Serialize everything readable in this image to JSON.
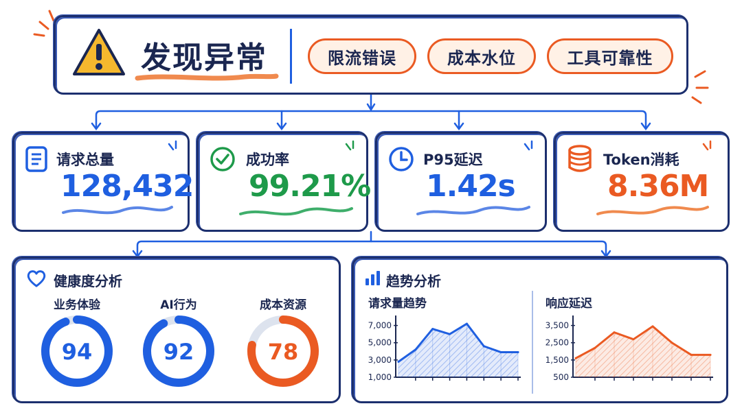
{
  "header": {
    "title": "发现异常",
    "tags": [
      "限流错误",
      "成本水位",
      "工具可靠性"
    ]
  },
  "metrics": [
    {
      "label": "请求总量",
      "value": "128,432",
      "icon": "document-icon",
      "color": "#1f5fe0"
    },
    {
      "label": "成功率",
      "value": "99.21%",
      "icon": "check-circle-icon",
      "color": "#1e9a4a"
    },
    {
      "label": "P95延迟",
      "value": "1.42s",
      "icon": "clock-icon",
      "color": "#1f5fe0"
    },
    {
      "label": "Token消耗",
      "value": "8.36M",
      "icon": "database-icon",
      "color": "#ea5a22"
    }
  ],
  "health": {
    "title": "健康度分析",
    "icon": "heart-icon",
    "gauges": [
      {
        "label": "业务体验",
        "value": 94,
        "display": "94",
        "color": "#1f5fe0"
      },
      {
        "label": "AI行为",
        "value": 92,
        "display": "92",
        "color": "#1f5fe0"
      },
      {
        "label": "成本资源",
        "value": 78,
        "display": "78",
        "color": "#ea5a22"
      }
    ]
  },
  "trend": {
    "title": "趋势分析",
    "icon": "bar-chart-icon"
  },
  "chart_data": [
    {
      "type": "area",
      "title": "请求量趋势",
      "x": [
        0,
        1,
        2,
        3,
        4,
        5,
        6,
        7
      ],
      "values": [
        2800,
        4200,
        6600,
        6000,
        7200,
        4600,
        3900,
        3900
      ],
      "ylim": [
        1000,
        8000
      ],
      "yticks": [
        1000,
        3000,
        5000,
        7000
      ],
      "ytick_labels": [
        "1,000",
        "3,000",
        "5,000",
        "7,000"
      ],
      "color": "#1f5fe0",
      "grid": false
    },
    {
      "type": "area",
      "title": "响应延迟",
      "x": [
        0,
        1,
        2,
        3,
        4,
        5,
        6,
        7
      ],
      "values": [
        1600,
        2200,
        3100,
        2700,
        3450,
        2500,
        1800,
        1800
      ],
      "ylim": [
        500,
        4000
      ],
      "yticks": [
        500,
        1500,
        2500,
        3500
      ],
      "ytick_labels": [
        "500",
        "1,500",
        "2,500",
        "3,500"
      ],
      "color": "#ea5a22",
      "grid": false
    }
  ]
}
